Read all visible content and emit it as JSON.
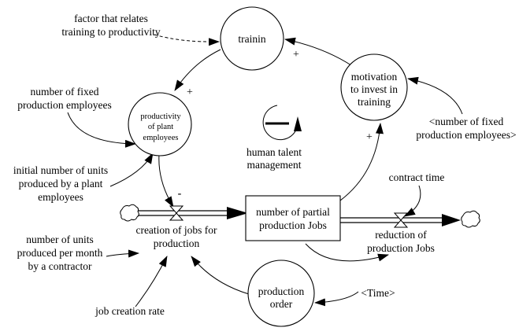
{
  "diagram": {
    "type": "stock-and-flow / causal loop",
    "variables": {
      "training": "trainin",
      "motivation": [
        "motivation",
        "to invest in",
        "training"
      ],
      "productivity": [
        "productivity",
        "of plant",
        "employees"
      ],
      "stock": [
        "number of partial",
        "production Jobs"
      ],
      "production_order": [
        "production",
        "order"
      ],
      "factor": [
        "factor that relates",
        "training to productivity"
      ],
      "fixed_employees": [
        "number of fixed",
        "production employees"
      ],
      "fixed_employees_shadow": [
        "<number of fixed",
        "production employees>"
      ],
      "initial_units": [
        "initial number of units",
        "produced by a plant",
        "employees"
      ],
      "units_contractor": [
        "number of units",
        "produced per month",
        "by a contractor"
      ],
      "job_creation_rate": "job creation rate",
      "contract_time": "contract time",
      "time_shadow": "<Time>",
      "inflow": [
        "creation of jobs for",
        "production"
      ],
      "outflow": [
        "reduction of",
        "production Jobs"
      ]
    },
    "loop": {
      "name": [
        "human talent",
        "management"
      ],
      "polarity": "—"
    },
    "polarities": {
      "training_to_productivity": "+",
      "motivation_to_training": "+",
      "stock_to_motivation": "+",
      "productivity_to_inflow": "-"
    }
  }
}
